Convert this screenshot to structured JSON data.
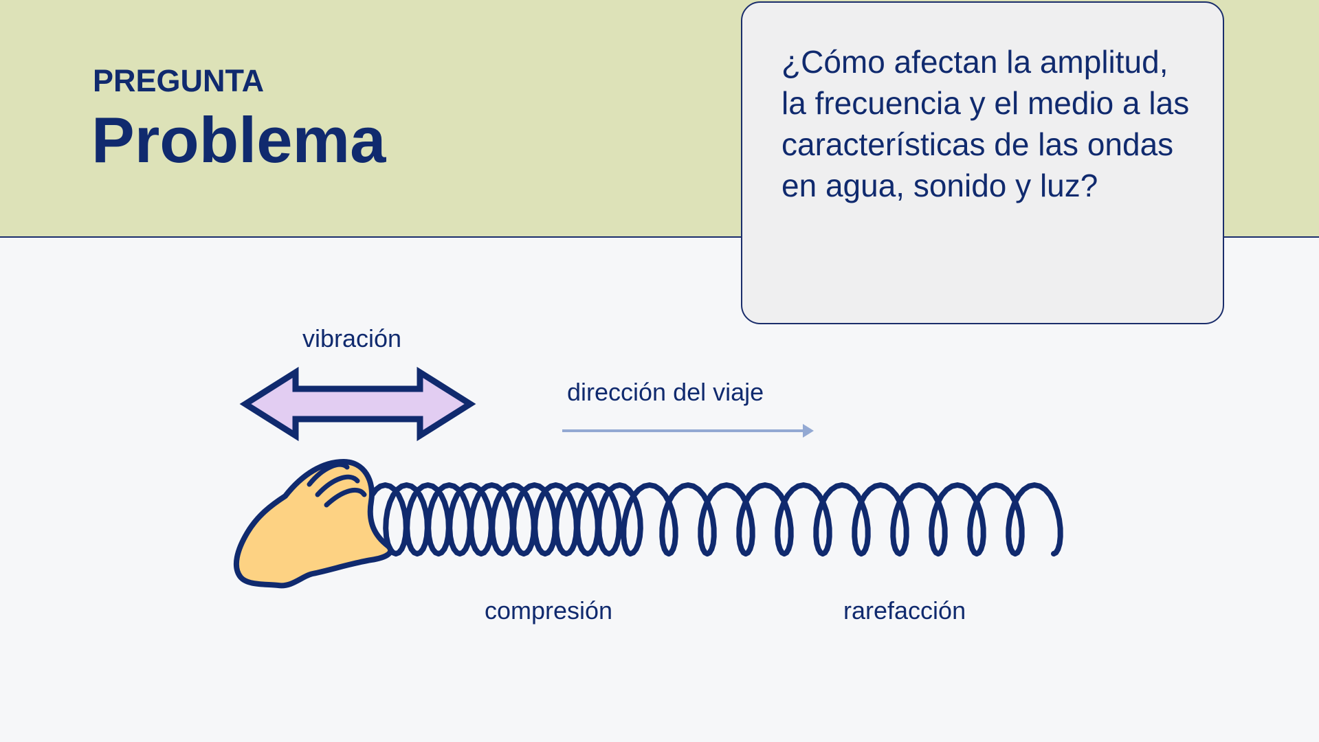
{
  "header": {
    "kicker": "PREGUNTA",
    "title": "Problema"
  },
  "question": "¿Cómo afectan la amplitud, la frecuencia y el medio a las características de las ondas en agua, sonido y luz?",
  "diagram": {
    "vibration_label": "vibración",
    "direction_label": "dirección del viaje",
    "compression_label": "compresión",
    "rarefaction_label": "rarefacción"
  },
  "colors": {
    "navy": "#102a6e",
    "band": "#dde2b8",
    "arrow_fill": "#e2cdf2",
    "hand": "#fdd283",
    "direction_arrow": "#93a9d3"
  }
}
